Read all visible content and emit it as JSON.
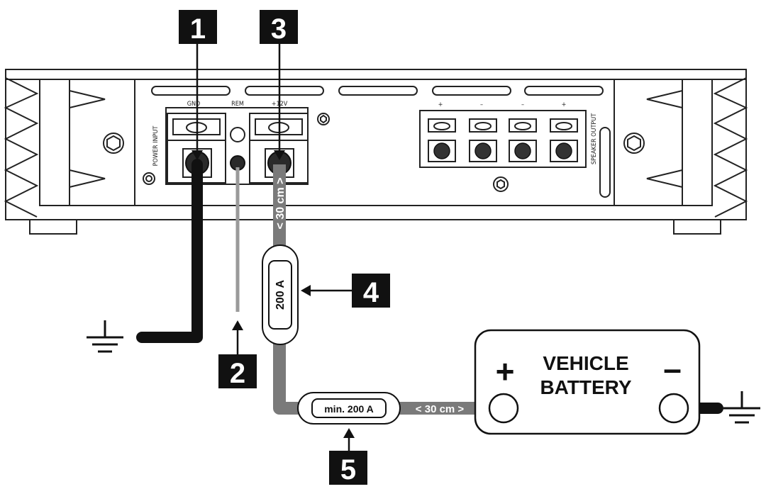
{
  "amplifier": {
    "gnd_label": "GND",
    "rem_label": "REM",
    "v12_label": "+12V",
    "power_input_label": "POWER INPUT",
    "speaker_output_label": "SPEAKER OUTPUT",
    "speaker_terminal_signs": [
      "+",
      "–",
      "–",
      "+"
    ]
  },
  "callouts": [
    "1",
    "2",
    "3",
    "4",
    "5"
  ],
  "fuse_near_amp": {
    "rating": "200 A"
  },
  "fuse_near_battery": {
    "rating": "min. 200 A"
  },
  "cable_length_vertical": "< 30 cm >",
  "cable_length_horizontal": "< 30 cm >",
  "battery": {
    "line1": "VEHICLE",
    "line2": "BATTERY",
    "plus_sign": "+",
    "minus_sign": "–"
  },
  "colors": {
    "ground_wire": "#111111",
    "remote_wire": "#9a9a9a",
    "power_wire": "#7a7a7a",
    "callout_box": "#111111"
  }
}
